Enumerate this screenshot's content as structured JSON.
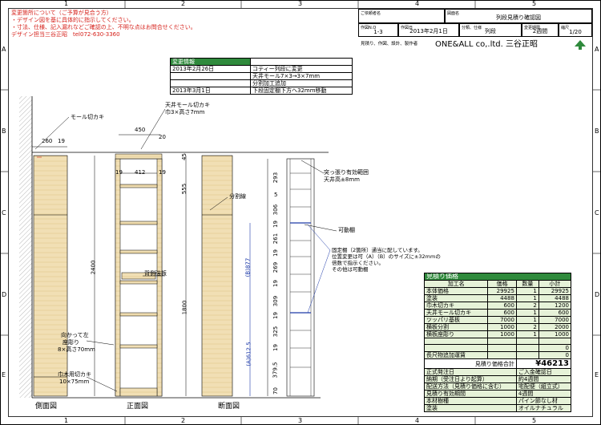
{
  "frame": {
    "col_labels": [
      "1",
      "2",
      "3",
      "4",
      "5"
    ],
    "row_labels": [
      "A",
      "B",
      "C",
      "D",
      "E"
    ]
  },
  "notice": {
    "lines": [
      "変更箇所について（ご予算が見合う方）",
      "・デザイン図を基に具体的に指示してください。",
      "・寸法、仕様、記入漏れなどご確認の上、不明な点はお問合せください。",
      "デザイン担当三谷正昭　tel072-630-3360"
    ]
  },
  "title_block": {
    "client_label": "ご依頼者名",
    "client_value": "",
    "drawing_label": "図面名",
    "drawing_value": "列段見積り確認図",
    "work_no_label": "作図N.O",
    "work_no_value": "1-3",
    "date_label": "作図日",
    "date_value": "2013年2月1日",
    "category_label": "分類、仕様",
    "category_value": "列段",
    "period_label": "変更期限",
    "period_value": "2週間",
    "scale_label": "縮尺",
    "scale_value": "1/20",
    "maker_label": "見積り、作図、設計、製作者",
    "maker_value": "ONE&ALL co,.ltd. 三谷正昭"
  },
  "change_info": {
    "header": "変更情報",
    "rows": [
      [
        "2013年2月26日",
        "コティー列段に変更"
      ],
      [
        "",
        "天井モール7×3→3×7mm"
      ],
      [
        "",
        "分割加工追加"
      ],
      [
        "2013年3月1日",
        "下段固定棚下方へ32mm移動"
      ]
    ]
  },
  "drawing": {
    "labels": {
      "mold": "モール切カキ",
      "ceiling_mold_1": "天井モール切カキ",
      "ceiling_mold_2": "巾3×高さ7mm",
      "divider": "分割線",
      "back": "背側強板",
      "front_left_1": "向かって左",
      "front_left_2": "座彫り",
      "front_left_3": "8×高さ70mm",
      "baseboard_1": "巾木用切カキ",
      "baseboard_2": "10×75mm",
      "stick_1": "突っ張り有効範囲",
      "stick_2": "天井高±8mm",
      "movable": "可動棚",
      "fixed_1": "固定棚（2箇所）通当に配しています。",
      "fixed_2": "位置変更は可（A）（B）のサイズに±32mmの",
      "fixed_3": "倍数で指示ください。",
      "fixed_4": "その他は可動棚",
      "side_view": "側面図",
      "front_view": "正面図",
      "section_view": "断面図"
    },
    "dims": {
      "d260": "260",
      "d19a": "19",
      "d450": "450",
      "d20": "20",
      "d19b": "19",
      "d412": "412",
      "d19c": "19",
      "d45": "45",
      "d555": "555",
      "d2400": "2400",
      "d1800": "1800",
      "d293": "293",
      "d5": "5",
      "d306": "306",
      "d19d": "19",
      "d261": "261",
      "d19e": "19",
      "d269": "269",
      "d19f": "19",
      "d309": "309",
      "d19g": "19",
      "d325": "325",
      "d19h": "19",
      "d3795": "379.5",
      "d70": "70",
      "b877": "(B)877",
      "a6125": "(A)612.5"
    }
  },
  "estimate": {
    "title": "見積り価格",
    "columns": [
      "加工名",
      "価格",
      "数量",
      "小計"
    ],
    "rows": [
      [
        "本体価格",
        "29925",
        "1",
        "29925"
      ],
      [
        "塗装",
        "4488",
        "1",
        "4488"
      ],
      [
        "巾木切カキ",
        "600",
        "2",
        "1200"
      ],
      [
        "天井モール切カキ",
        "600",
        "1",
        "600"
      ],
      [
        "ツッパリ基板",
        "7000",
        "1",
        "7000"
      ],
      [
        "横板分割",
        "1000",
        "2",
        "2000"
      ],
      [
        "横板座彫り",
        "1000",
        "1",
        "1000"
      ],
      [
        "",
        "",
        "",
        ""
      ],
      [
        "",
        "",
        "",
        "0"
      ],
      [
        "長尺物追加運賃",
        "",
        "",
        "0"
      ]
    ],
    "total_label": "見積り価格合計",
    "total_value": "¥46213",
    "info": [
      [
        "正式発注日",
        "ご入金確認日"
      ],
      [
        "納期（受注日より起算）",
        "約4週間"
      ],
      [
        "配送方法（見積り価格に含む）",
        "宅配便（組立式）"
      ],
      [
        "見積り有効期間",
        "4週間"
      ],
      [
        "本材樹種",
        "パイン節なし材"
      ],
      [
        "塗装",
        "オイルナチュラル"
      ]
    ]
  }
}
